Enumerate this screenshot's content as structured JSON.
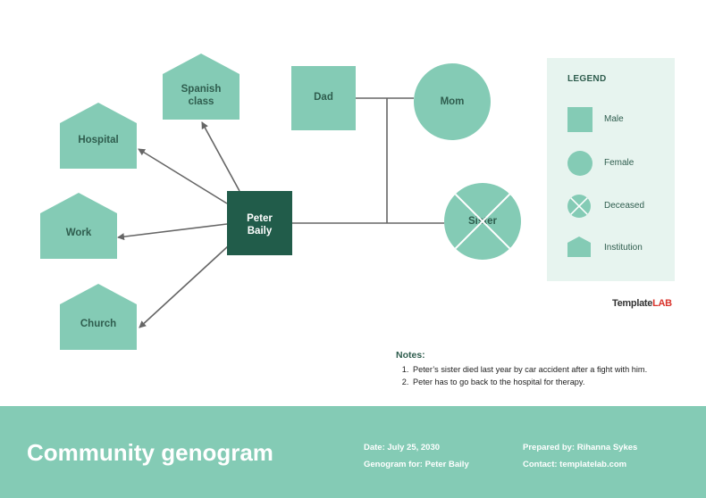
{
  "colors": {
    "node_fill": "#84cbb5",
    "center_fill": "#215c4a",
    "line": "#666666",
    "legend_bg": "#e7f4ef",
    "footer_bg": "#84cbb5",
    "text_dark": "#2f5d4e"
  },
  "nodes": {
    "spanish_class": [
      "Spanish",
      "class"
    ],
    "hospital": [
      "Hospital"
    ],
    "work": [
      "Work"
    ],
    "church": [
      "Church"
    ],
    "peter": [
      "Peter",
      "Baily"
    ],
    "dad": [
      "Dad"
    ],
    "mom": [
      "Mom"
    ],
    "sister": [
      "Sister"
    ]
  },
  "legend": {
    "title": "LEGEND",
    "items": [
      {
        "label": "Male",
        "icon": "square-icon"
      },
      {
        "label": "Female",
        "icon": "circle-icon"
      },
      {
        "label": "Deceased",
        "icon": "crossed-circle-icon"
      },
      {
        "label": "Institution",
        "icon": "house-icon"
      }
    ]
  },
  "brand": {
    "template": "Template",
    "lab": "LAB"
  },
  "notes": {
    "title": "Notes:",
    "items": [
      "Peter’s sister died last year by car accident after a fight with him.",
      "Peter has to go back to the hospital for therapy."
    ]
  },
  "footer": {
    "title": "Community genogram",
    "date": "Date: July 25, 2030",
    "genogram_for": "Genogram for: Peter Baily",
    "prepared_by": "Prepared by: Rihanna Sykes",
    "contact": "Contact: templatelab.com"
  }
}
